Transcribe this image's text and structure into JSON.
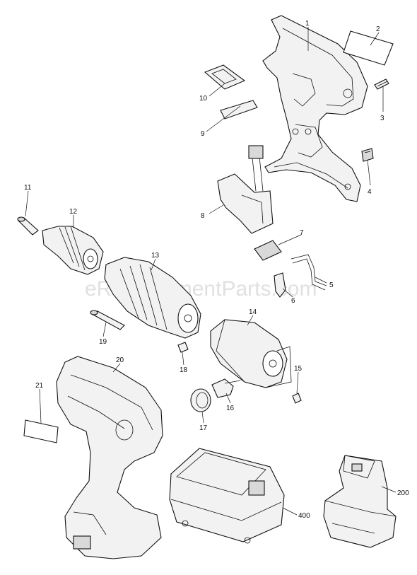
{
  "watermark": "eReplacementParts.com",
  "callouts": {
    "p1": "1",
    "p2": "2",
    "p3": "3",
    "p4": "4",
    "p5": "5",
    "p6": "6",
    "p7": "7",
    "p8": "8",
    "p9": "9",
    "p10": "10",
    "p11": "11",
    "p12": "12",
    "p13": "13",
    "p14": "14",
    "p15": "15",
    "p16": "16",
    "p17": "17",
    "p18": "18",
    "p19": "19",
    "p20": "20",
    "p21": "21",
    "p200": "200",
    "p400": "400"
  }
}
